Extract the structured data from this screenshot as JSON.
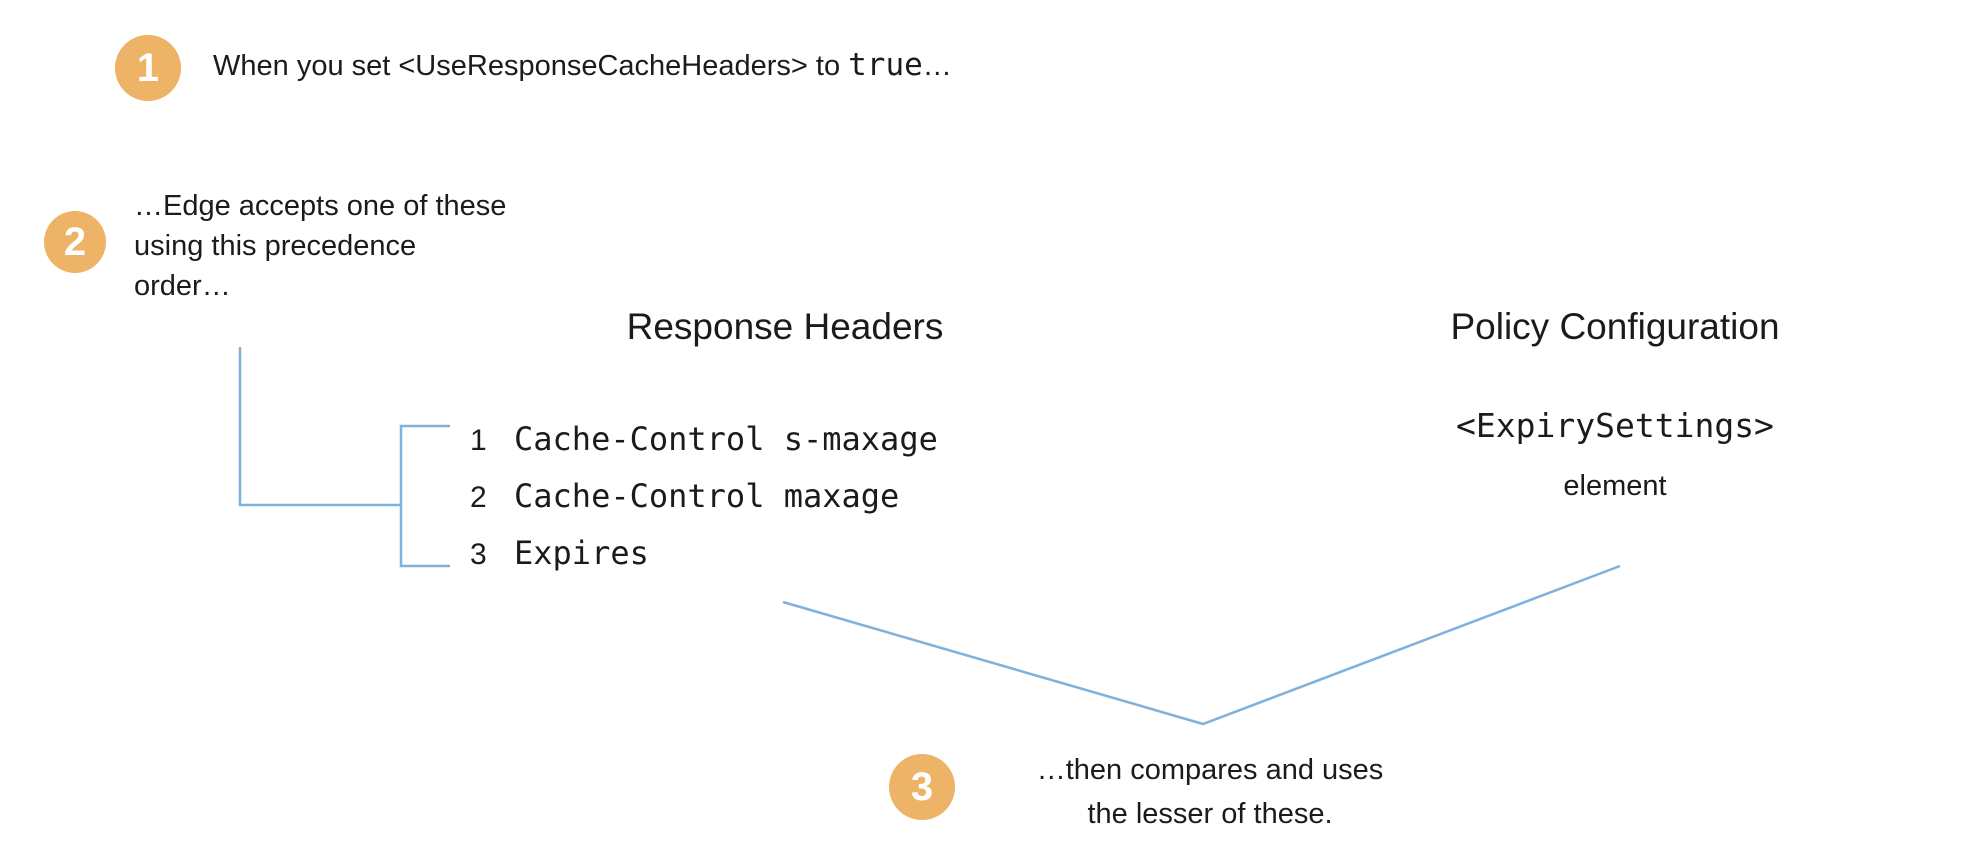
{
  "colors": {
    "accent_orange": "#edb367",
    "line_blue": "#7eb2dc",
    "text": "#1b1b1b",
    "background": "#ffffff"
  },
  "steps": {
    "one": {
      "badge": "1",
      "text_prefix": "When you set <UseResponseCacheHeaders> to ",
      "code": "true",
      "suffix": "…"
    },
    "two": {
      "badge": "2",
      "line1": "…Edge accepts one of these",
      "line2": "using this precedence",
      "line3": "order…"
    },
    "three": {
      "badge": "3",
      "line1": "…then compares and uses",
      "line2": "the lesser of these."
    }
  },
  "columns": {
    "response_headers": {
      "title": "Response Headers",
      "items": [
        {
          "num": "1",
          "code": "Cache-Control s-maxage"
        },
        {
          "num": "2",
          "code": "Cache-Control maxage"
        },
        {
          "num": "3",
          "code": "Expires"
        }
      ]
    },
    "policy_configuration": {
      "title": "Policy Configuration",
      "code": "<ExpirySettings>",
      "label": "element"
    }
  }
}
